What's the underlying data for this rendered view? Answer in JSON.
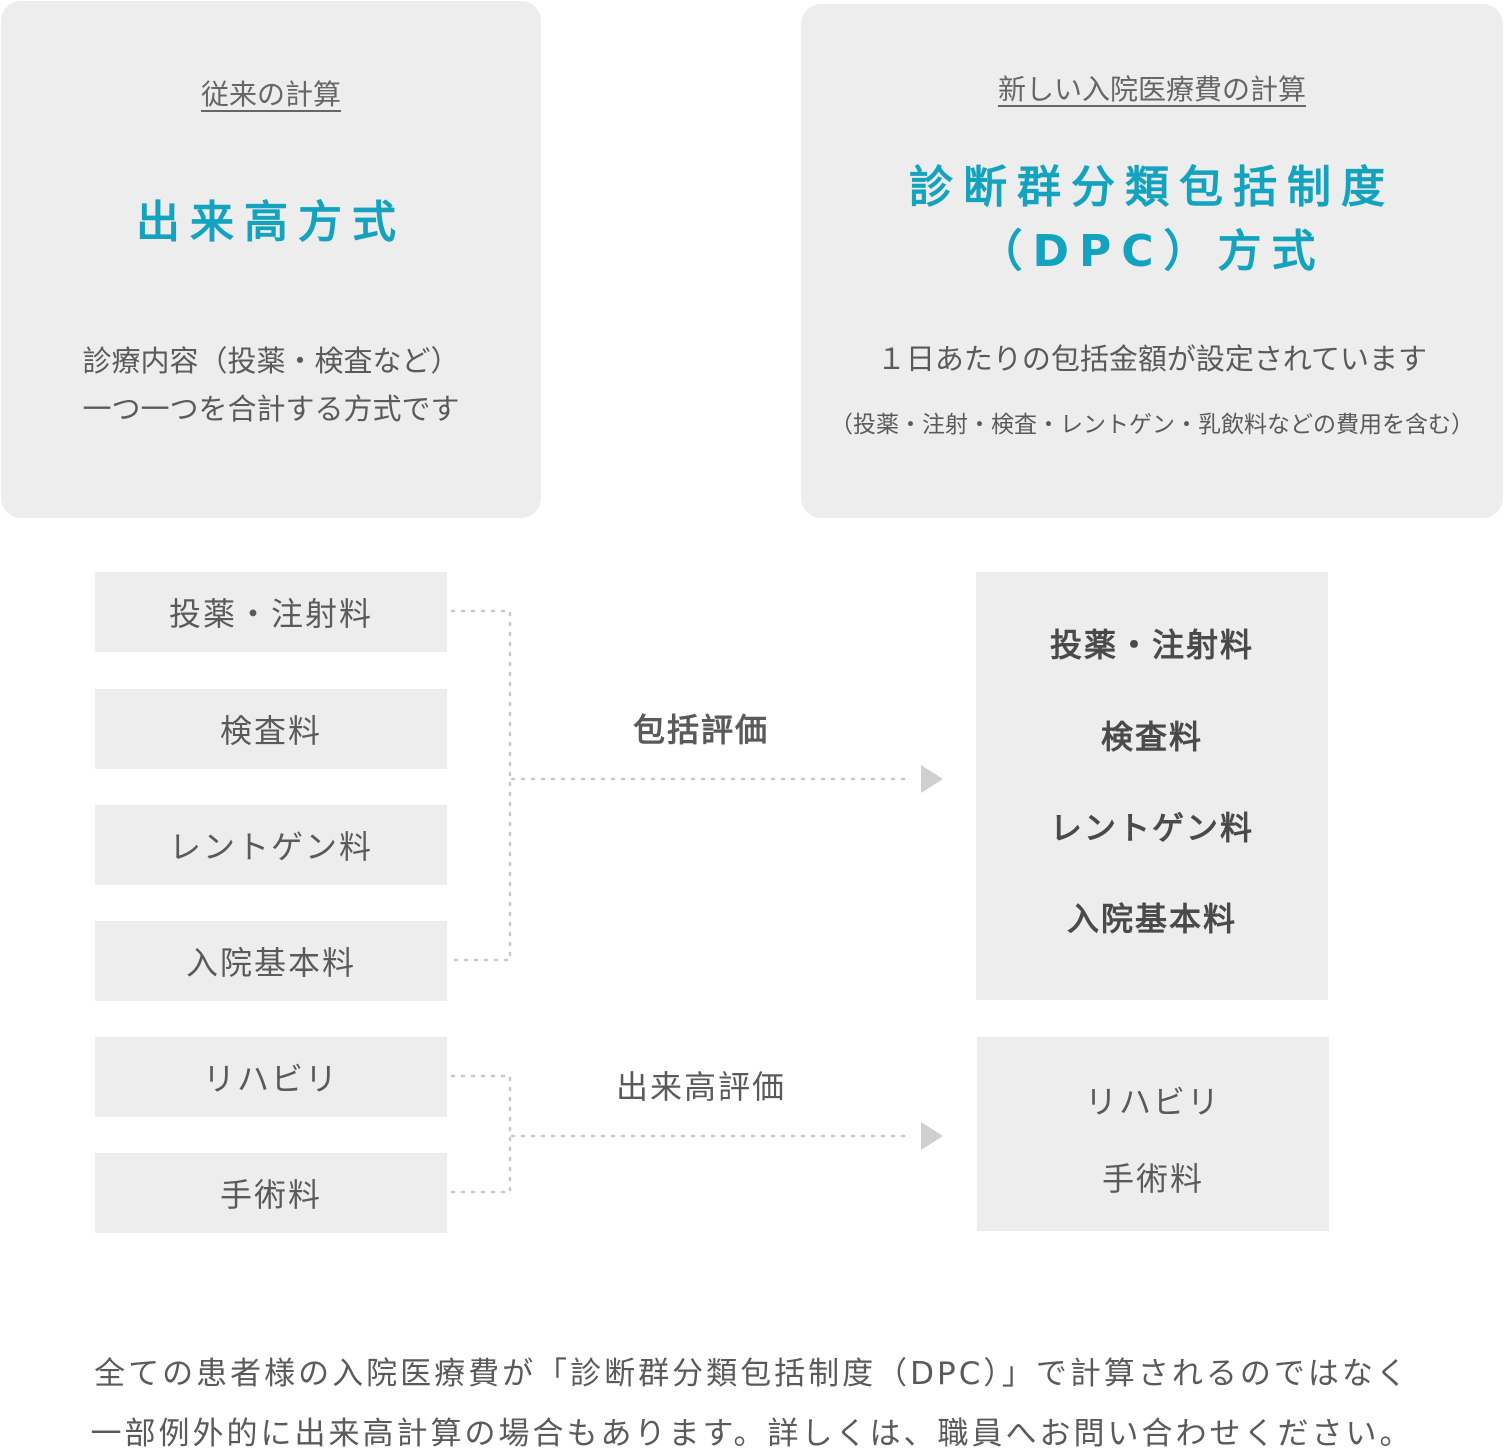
{
  "left_panel": {
    "subtitle": "従来の計算",
    "title": "出来高方式",
    "body_line1": "診療内容（投薬・検査など）",
    "body_line2": "一つ一つを合計する方式です"
  },
  "right_panel": {
    "subtitle": "新しい入院医療費の計算",
    "title_line1": "診断群分類包括制度",
    "title_line2": "（DPC）方式",
    "body": "１日あたりの包括金額が設定されています",
    "note": "（投薬・注射・検査・レントゲン・乳飲料などの費用を含む）"
  },
  "left_items": [
    "投薬・注射料",
    "検査料",
    "レントゲン料",
    "入院基本料",
    "リハビリ",
    "手術料"
  ],
  "bundled_label": "包括評価",
  "feeforservice_label": "出来高評価",
  "right_bundled_items": [
    "投薬・注射料",
    "検査料",
    "レントゲン料",
    "入院基本料"
  ],
  "right_fee_items": [
    "リハビリ",
    "手術料"
  ],
  "footer": {
    "line1": "全ての患者様の入院医療費が「診断群分類包括制度（DPC）」で計算されるのではなく",
    "line2": "一部例外的に出来高計算の場合もあります。詳しくは、職員へお問い合わせください。"
  },
  "colors": {
    "accent": "#13a3bf",
    "box_bg": "#ededed",
    "text": "#5a5a5a",
    "dots": "#c8c8c8"
  }
}
